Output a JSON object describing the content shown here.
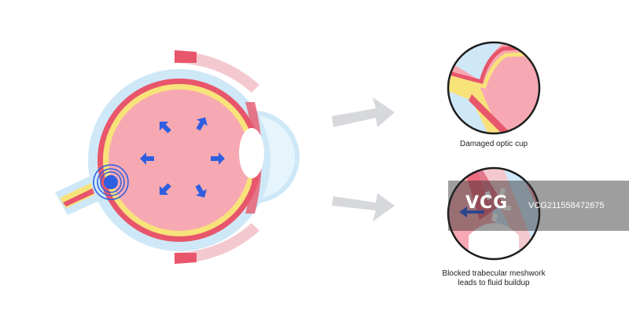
{
  "captions": {
    "top": "Damaged optic cup",
    "bottom_line1": "Blocked trabecular meshwork",
    "bottom_line2": "leads to fluid buildup"
  },
  "watermark": {
    "logo": "VCG",
    "id": "VCG211558472675"
  },
  "colors": {
    "sclera_blue": "#cfe8f7",
    "choroid_red": "#e8566b",
    "retina_yellow": "#f8e27a",
    "vitreous_pink": "#f7a9b3",
    "arrow_blue": "#2f5fe0",
    "gray_arrow": "#d6d8dc",
    "lens_white": "#ffffff"
  },
  "icons": {
    "pressure_arrows": "arrow-icon",
    "pressure_point": "concentric-rings-icon"
  }
}
